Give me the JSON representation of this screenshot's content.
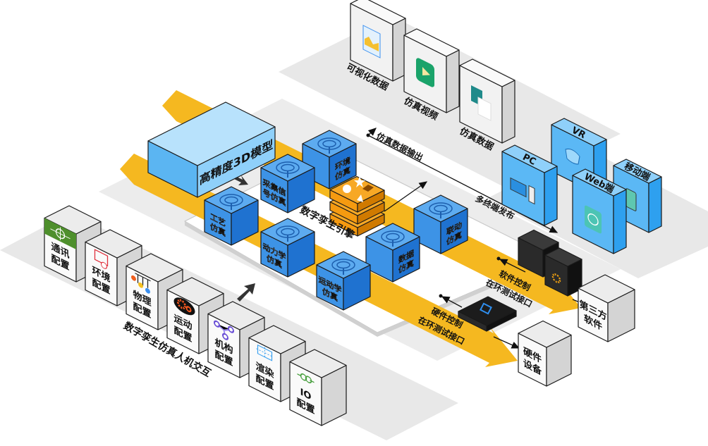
{
  "model": {
    "label": "高精度3D模型"
  },
  "engine": {
    "label": "数字孪生引擎"
  },
  "sim_modules": [
    {
      "lines": [
        "环境",
        "仿真"
      ]
    },
    {
      "lines": [
        "采集信",
        "号仿真"
      ]
    },
    {
      "lines": [
        "工艺",
        "仿真"
      ]
    },
    {
      "lines": [
        "联动",
        "仿真"
      ]
    },
    {
      "lines": [
        "动力学",
        "仿真"
      ]
    },
    {
      "lines": [
        "数据",
        "仿真"
      ]
    },
    {
      "lines": [
        "运动学",
        "仿真"
      ]
    }
  ],
  "config": {
    "caption": "数字孪生仿真人机交互",
    "items": [
      {
        "lines": [
          "通讯",
          "配置"
        ],
        "icon": "network-icon",
        "color": "#4e8f2c"
      },
      {
        "lines": [
          "环境",
          "配置"
        ],
        "icon": "environment-icon",
        "color": "#e0303c"
      },
      {
        "lines": [
          "物理",
          "配置"
        ],
        "icon": "physics-icon",
        "color": "#f0a020"
      },
      {
        "lines": [
          "运动",
          "配置"
        ],
        "icon": "gears-icon",
        "color": "#ff5a1f"
      },
      {
        "lines": [
          "机构",
          "配置"
        ],
        "icon": "mechanism-icon",
        "color": "#6a4fd6"
      },
      {
        "lines": [
          "渲染",
          "配置"
        ],
        "icon": "render-icon",
        "color": "#3aa0f0"
      },
      {
        "lines": [
          "IO",
          "配置"
        ],
        "icon": "io-icon",
        "color": "#4aa040"
      }
    ]
  },
  "outputs": {
    "line_label": "仿真数据输出",
    "items": [
      {
        "label": "可视化数据",
        "icon": "chart-icon"
      },
      {
        "label": "仿真视频",
        "icon": "play-icon"
      },
      {
        "label": "仿真数据",
        "icon": "document-icon"
      }
    ]
  },
  "publish": {
    "line_label": "多终端发布",
    "terminals": [
      {
        "label": "VR",
        "icon": "vr-headset-icon"
      },
      {
        "label": "PC",
        "icon": "computer-icon"
      },
      {
        "label": "移动端",
        "icon": "phone-icon"
      },
      {
        "label": "Web端",
        "icon": "globe-icon"
      }
    ]
  },
  "sil": {
    "lines": [
      "软件控制",
      "在环测试接口"
    ],
    "target_lines": [
      "第三方",
      "软件"
    ]
  },
  "hil": {
    "lines": [
      "硬件控制",
      "在环测试接口"
    ],
    "target_lines": [
      "硬件",
      "设备"
    ]
  },
  "colors": {
    "lane": "#f5b820",
    "sim_blue": "#3d93e6",
    "terminal_blue": "#5bb8f5",
    "engine_orange": "#f59a10",
    "platform": "#e8e8e8"
  }
}
